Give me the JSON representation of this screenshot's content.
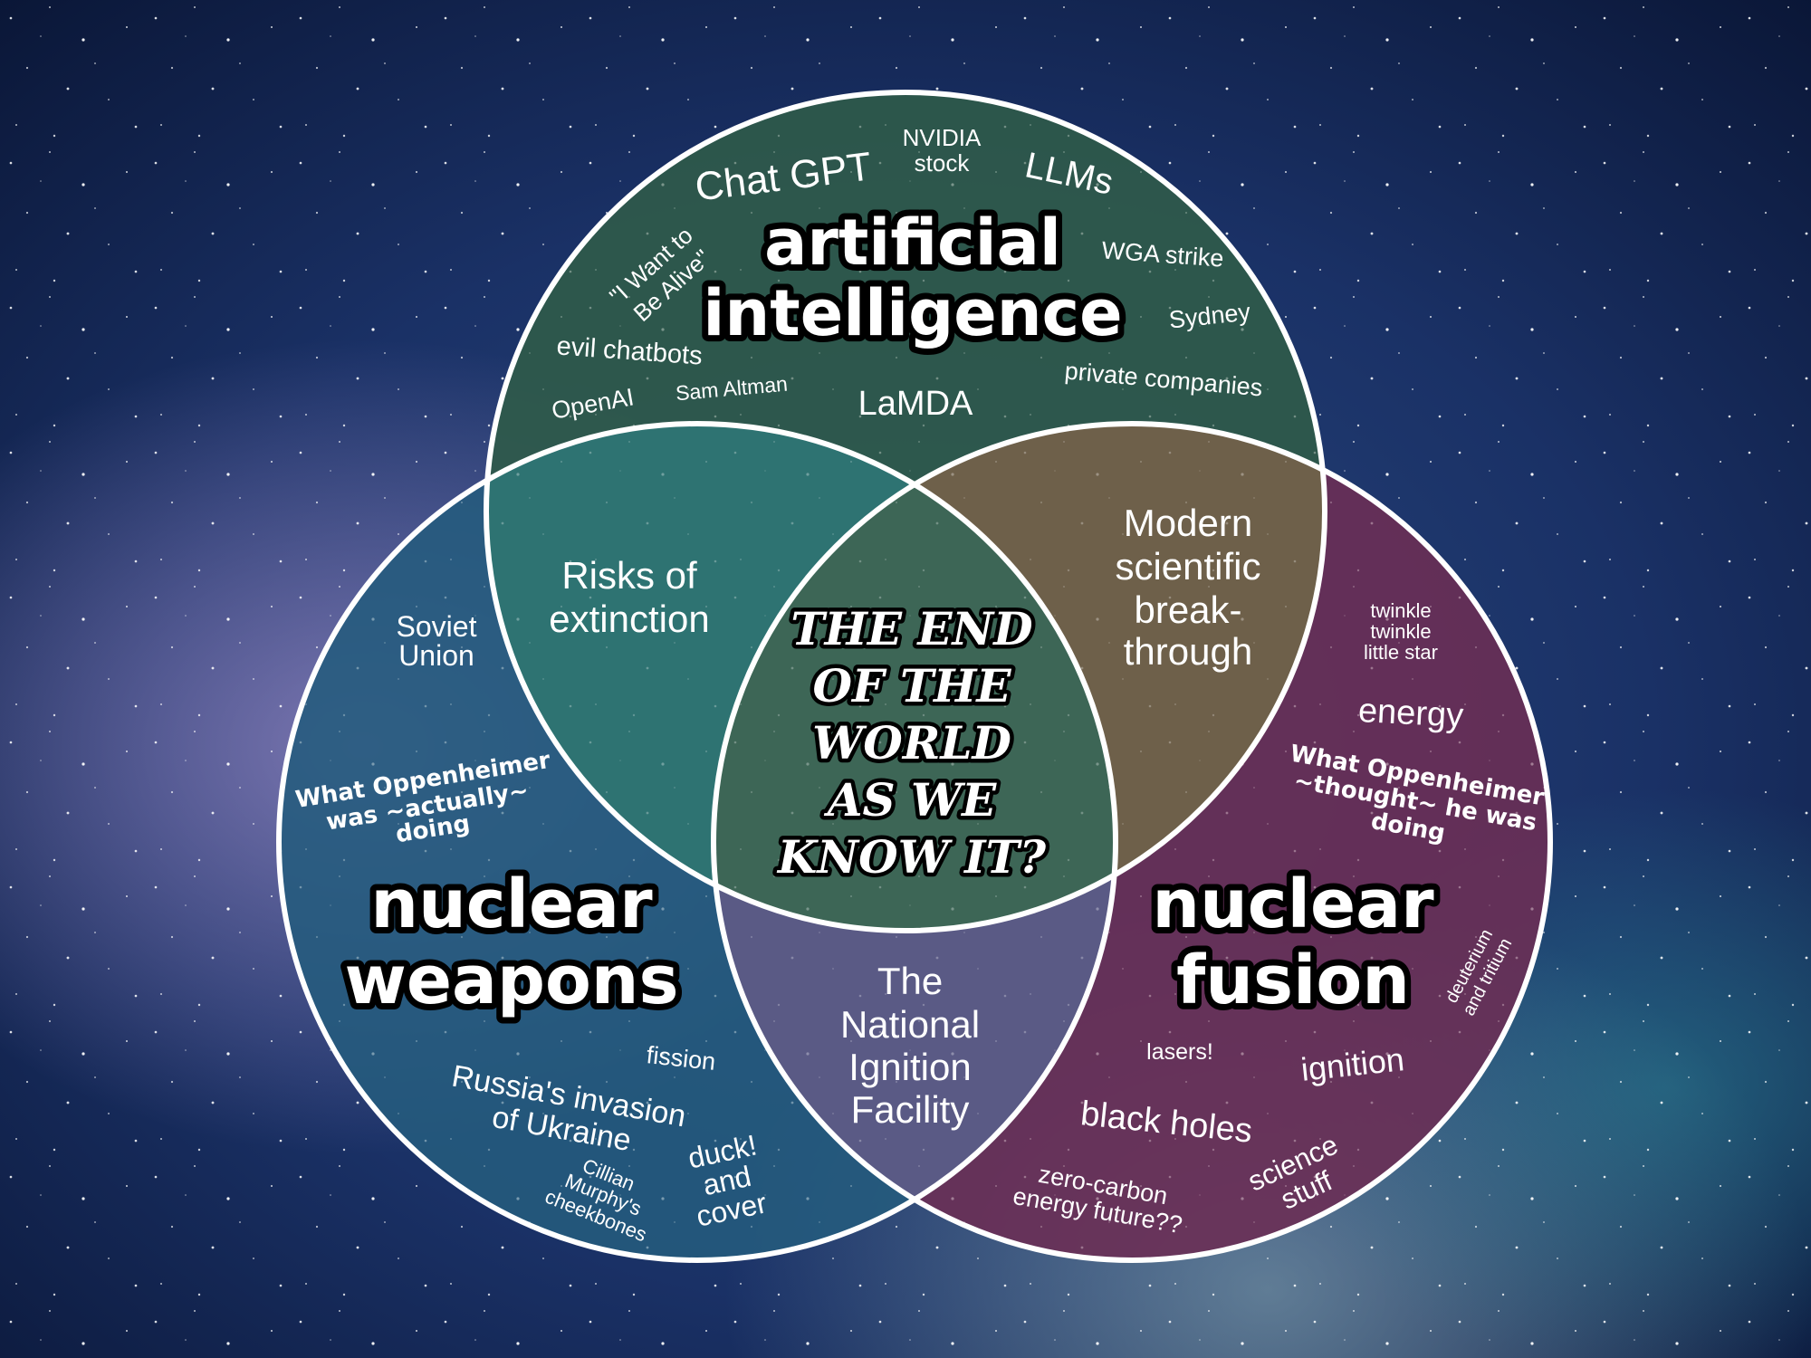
{
  "colors": {
    "background_deep": "#0b1838",
    "background_mid": "#1d3a6e",
    "nebula": "#7a6fae",
    "circle_ai": "#2f5a4a",
    "circle_weapons": "#245b7d",
    "circle_fusion": "#6a2f55",
    "overlap_ai_weapons": "#2e7372",
    "overlap_ai_fusion": "#6e604a",
    "overlap_weapons_fusion": "#5a5a85",
    "center": "#3d6656",
    "outline": "#ffffff"
  },
  "diagram": {
    "circles": {
      "ai": {
        "title_line1": "artificial",
        "title_line2": "intelligence",
        "items": {
          "chat_gpt": "Chat GPT",
          "nvidia_line1": "NVIDIA",
          "nvidia_line2": "stock",
          "llms": "LLMs",
          "alive_line1": "\"I Want to",
          "alive_line2": "Be Alive\"",
          "wga": "WGA strike",
          "sydney": "Sydney",
          "evil_chatbots": "evil chatbots",
          "openai": "OpenAI",
          "sam_altman": "Sam Altman",
          "lamda": "LaMDA",
          "private_companies": "private companies"
        }
      },
      "weapons": {
        "title_line1": "nuclear",
        "title_line2": "weapons",
        "items": {
          "soviet_line1": "Soviet",
          "soviet_line2": "Union",
          "oppen_line1": "What Oppenheimer",
          "oppen_line2": "was ~actually~",
          "oppen_line3": "doing",
          "fission": "fission",
          "russia_line1": "Russia's invasion",
          "russia_line2": "of Ukraine",
          "cillian_line1": "Cillian",
          "cillian_line2": "Murphy's",
          "cillian_line3": "cheekbones",
          "duck_line1": "duck!",
          "duck_line2": "and",
          "duck_line3": "cover"
        }
      },
      "fusion": {
        "title_line1": "nuclear",
        "title_line2": "fusion",
        "items": {
          "twinkle_line1": "twinkle",
          "twinkle_line2": "twinkle",
          "twinkle_line3": "little star",
          "energy": "energy",
          "oppen_line1": "What Oppenheimer",
          "oppen_line2": "~thought~ he was",
          "oppen_line3": "doing",
          "deut_line1": "deuterium",
          "deut_line2": "and tritium",
          "lasers": "lasers!",
          "ignition": "ignition",
          "black_holes": "black holes",
          "science_line1": "science",
          "science_line2": "stuff",
          "zero_line1": "zero-carbon",
          "zero_line2": "energy future??"
        }
      }
    },
    "overlaps": {
      "ai_weapons_line1": "Risks of",
      "ai_weapons_line2": "extinction",
      "ai_fusion_line1": "Modern",
      "ai_fusion_line2": "scientific",
      "ai_fusion_line3": "break-",
      "ai_fusion_line4": "through",
      "weapons_fusion_line1": "The",
      "weapons_fusion_line2": "National",
      "weapons_fusion_line3": "Ignition",
      "weapons_fusion_line4": "Facility"
    },
    "center": {
      "line1": "THE END",
      "line2": "OF THE",
      "line3": "WORLD",
      "line4": "AS WE",
      "line5": "KNOW IT?"
    }
  }
}
